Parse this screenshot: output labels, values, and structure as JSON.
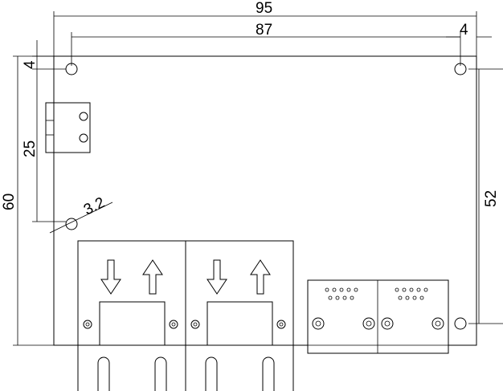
{
  "dimensions": {
    "overall_width": "95",
    "hole_spacing_width": "87",
    "right_offset": "4",
    "top_offset": "4",
    "height_25": "25",
    "hole_diameter": "3.2",
    "overall_height": "60",
    "right_height": "52"
  },
  "colors": {
    "line": "#000000",
    "background": "#ffffff"
  }
}
